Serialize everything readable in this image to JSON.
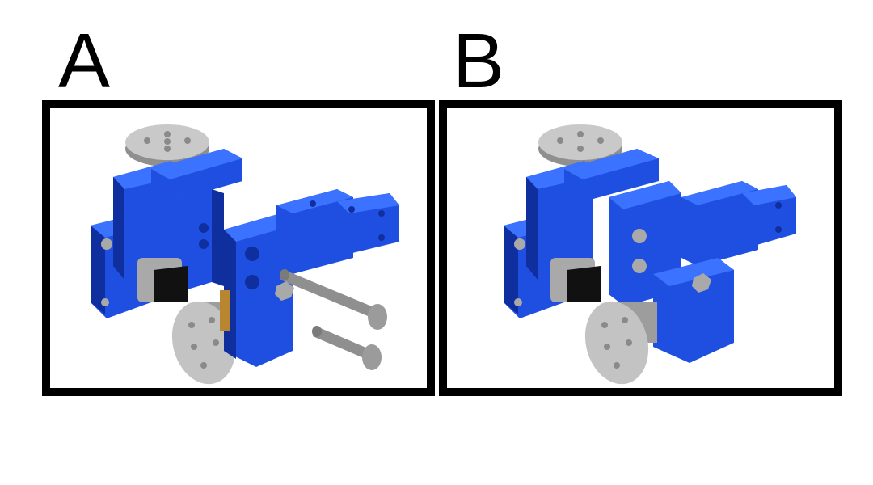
{
  "panels": [
    {
      "label": "A",
      "state": "exploded"
    },
    {
      "label": "B",
      "state": "assembled"
    }
  ],
  "colors": {
    "block_blue": "#1f4fe0",
    "block_blue_dark": "#0f2f9e",
    "block_blue_light": "#3b72ff",
    "metal_gray": "#a9a9a9",
    "metal_dark": "#7b7b7b",
    "motor_black": "#111111",
    "bearing_brass": "#b8862e"
  }
}
